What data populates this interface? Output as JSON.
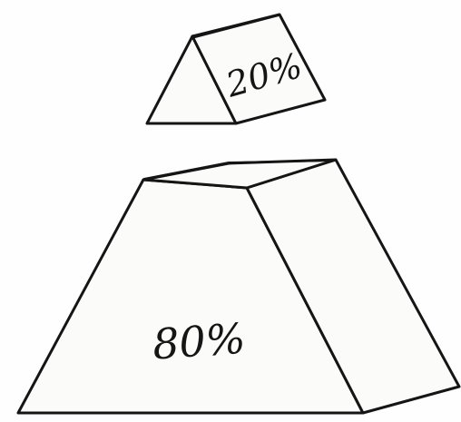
{
  "diagram": {
    "top_piece": {
      "label": "20%",
      "share": 20
    },
    "bottom_piece": {
      "label": "80%",
      "share": 80
    }
  }
}
